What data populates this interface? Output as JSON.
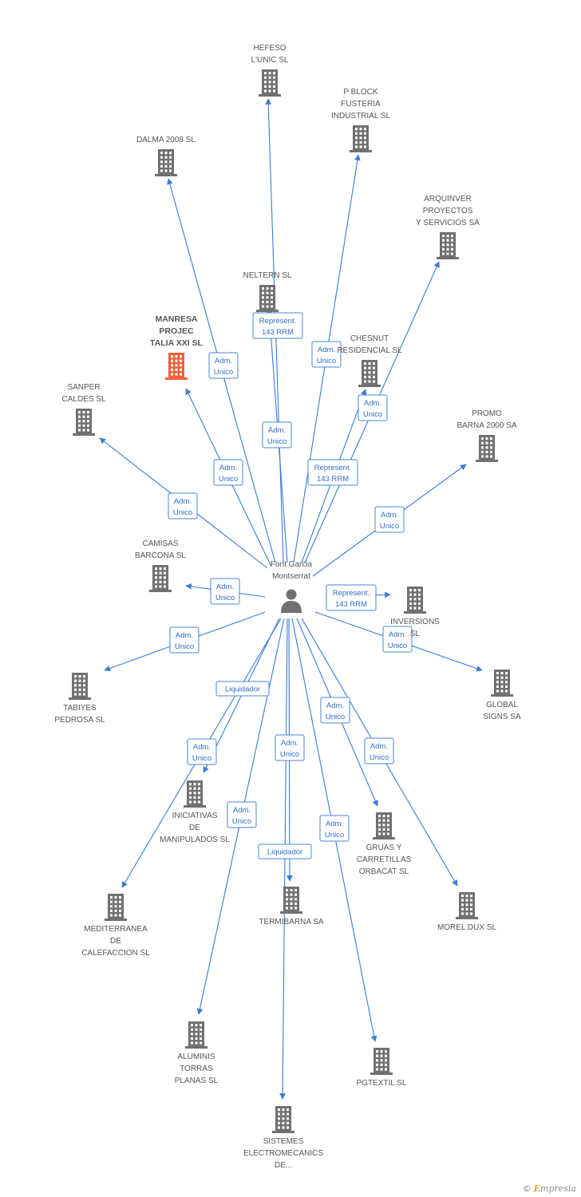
{
  "center": {
    "label": [
      "Font Garcia",
      "Montserrat"
    ]
  },
  "colors": {
    "edge": "#3a7bd5",
    "building": "#707070",
    "highlight": "#f0603a"
  },
  "companies": [
    {
      "id": "hefeso",
      "label": [
        "HEFESO",
        "L'UNIC SL"
      ],
      "icon": "building-icon"
    },
    {
      "id": "pblock",
      "label": [
        "P BLOCK",
        "FUSTERIA",
        "INDUSTRIAL SL"
      ],
      "icon": "building-icon"
    },
    {
      "id": "dalma",
      "label": [
        "DALMA 2008 SL"
      ],
      "icon": "building-icon"
    },
    {
      "id": "arquinver",
      "label": [
        "ARQUINVER",
        "PROYECTOS",
        "Y SERVICIOS SA"
      ],
      "icon": "building-icon"
    },
    {
      "id": "neltern",
      "label": [
        "NELTERN SL"
      ],
      "icon": "building-icon"
    },
    {
      "id": "manresa",
      "label": [
        "MANRESA",
        "PROJEC",
        "TALIA XXI SL"
      ],
      "icon": "building-icon",
      "highlight": true
    },
    {
      "id": "chesnut",
      "label": [
        "CHESNUT",
        "RESIDENCIAL SL"
      ],
      "icon": "building-icon"
    },
    {
      "id": "sanper",
      "label": [
        "SANPER",
        "CALDES SL"
      ],
      "icon": "building-icon"
    },
    {
      "id": "promo",
      "label": [
        "PROMO",
        "BARNA 2000 SA"
      ],
      "icon": "building-icon"
    },
    {
      "id": "camisas",
      "label": [
        "CAMISAS",
        "BARCONA SL"
      ],
      "icon": "building-icon"
    },
    {
      "id": "inversions",
      "label": [
        "INVERSIONS",
        "SL"
      ],
      "icon": "building-icon"
    },
    {
      "id": "tabiyes",
      "label": [
        "TABIYES",
        "PEDROSA SL"
      ],
      "icon": "building-icon"
    },
    {
      "id": "global",
      "label": [
        "GLOBAL",
        "SIGNS SA"
      ],
      "icon": "building-icon"
    },
    {
      "id": "iniciativas",
      "label": [
        "INICIATIVAS",
        "DE",
        "MANIPULADOS SL"
      ],
      "icon": "building-icon"
    },
    {
      "id": "gruas",
      "label": [
        "GRUAS Y",
        "CARRETILLAS",
        "ORBACAT SL"
      ],
      "icon": "building-icon"
    },
    {
      "id": "mediterranea",
      "label": [
        "MEDITERRANEA",
        "DE",
        "CALEFACCION SL"
      ],
      "icon": "building-icon"
    },
    {
      "id": "termibarna",
      "label": [
        "TERMIBARNA SA"
      ],
      "icon": "building-icon"
    },
    {
      "id": "morel",
      "label": [
        "MOREL DUX SL"
      ],
      "icon": "building-icon"
    },
    {
      "id": "aluminis",
      "label": [
        "ALUMINIS",
        "TORRAS",
        "PLANAS SL"
      ],
      "icon": "building-icon"
    },
    {
      "id": "pgtextil",
      "label": [
        "PGTEXTIL SL"
      ],
      "icon": "building-icon"
    },
    {
      "id": "sistemes",
      "label": [
        "SISTEMES",
        "ELECTROMECANICS",
        "DE..."
      ],
      "icon": "building-icon"
    }
  ],
  "relations": [
    {
      "to": "hefeso",
      "label": [
        "Adm.",
        "Unico"
      ]
    },
    {
      "to": "neltern",
      "label": [
        "Represent.",
        "143 RRM"
      ]
    },
    {
      "to": "dalma",
      "label": [
        "Adm.",
        "Unico"
      ]
    },
    {
      "to": "pblock",
      "label": [
        "Adm.",
        "Unico"
      ]
    },
    {
      "to": "chesnut",
      "label": [
        "Adm.",
        "Unico"
      ]
    },
    {
      "to": "arquinver",
      "label": [
        "Represent.",
        "143 RRM"
      ]
    },
    {
      "to": "manresa",
      "label": [
        "Adm.",
        "Unico"
      ]
    },
    {
      "to": "sanper",
      "label": [
        "Adm.",
        "Unico"
      ]
    },
    {
      "to": "promo",
      "label": [
        "Adm.",
        "Unico"
      ]
    },
    {
      "to": "camisas",
      "label": [
        "Adm.",
        "Unico"
      ]
    },
    {
      "to": "inversions",
      "label": [
        "Represent.",
        "143 RRM"
      ]
    },
    {
      "to": "tabiyes",
      "label": [
        "Adm.",
        "Unico"
      ]
    },
    {
      "to": "global",
      "label": [
        "Adm.",
        "Unico"
      ]
    },
    {
      "to": "iniciativas",
      "label": [
        "Liquidador"
      ]
    },
    {
      "to": "mediterranea",
      "label": [
        "Adm.",
        "Unico"
      ]
    },
    {
      "to": "termibarna",
      "label": [
        "Adm.",
        "Unico"
      ]
    },
    {
      "to": "gruas",
      "label": [
        "Adm.",
        "Unico"
      ]
    },
    {
      "to": "morel",
      "label": [
        "Adm.",
        "Unico"
      ]
    },
    {
      "to": "aluminis",
      "label": [
        "Adm.",
        "Unico"
      ]
    },
    {
      "to": "pgtextil",
      "label": [
        "Adm.",
        "Unico"
      ]
    },
    {
      "to": "sistemes",
      "label": [
        "Liquidador"
      ]
    }
  ],
  "footer": {
    "copyright": "©",
    "brand_initial": "E",
    "brand_rest": "mpresia"
  }
}
